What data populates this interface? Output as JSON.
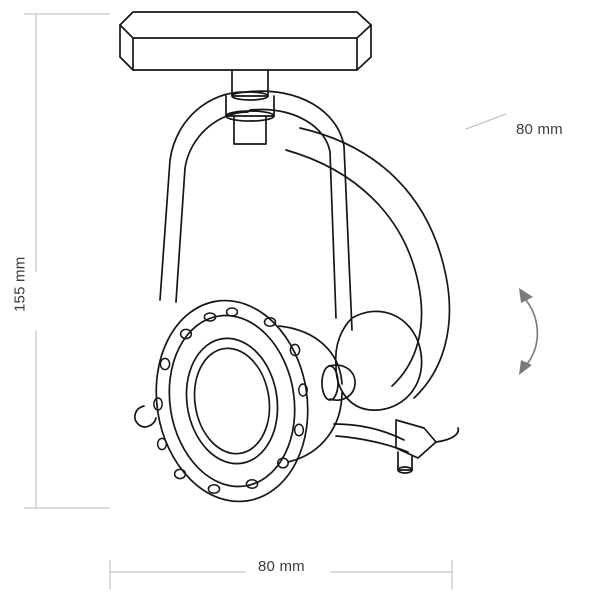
{
  "drawing": {
    "title": "spotlight-technical-drawing",
    "line_color": "#1a1a1a",
    "dimension_color": "#9a9a9a",
    "text_color": "#3c3c3c",
    "arrow_color": "#6e6e6e"
  },
  "dimensions": {
    "height_label": "155 mm",
    "width_label": "80 mm",
    "depth_label": "80 mm"
  },
  "annotations": {
    "rotation_arrow": "rotation-arc-arrow",
    "depth_leader": "depth-leader-line"
  }
}
